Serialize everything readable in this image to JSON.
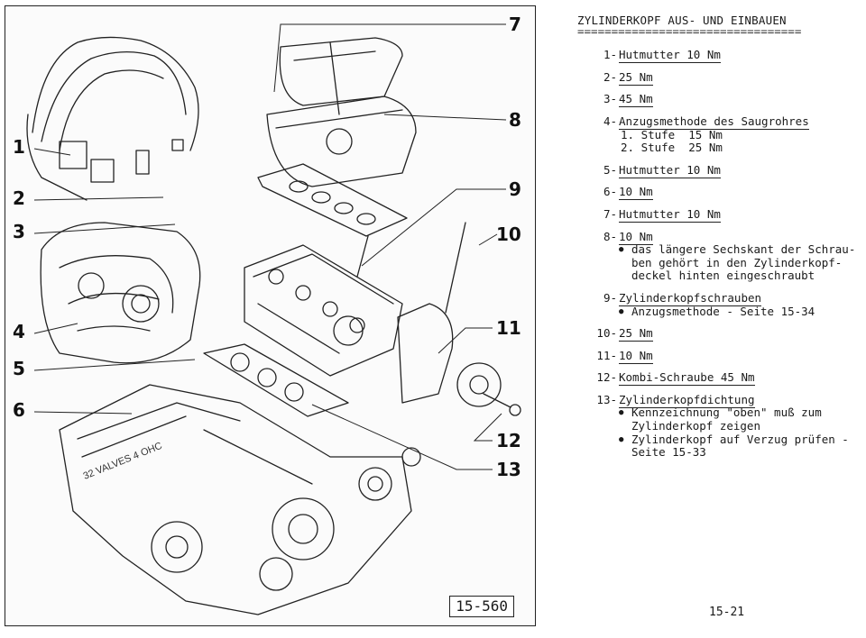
{
  "document": {
    "title": "ZYLINDERKOPF AUS- UND EINBAUEN",
    "title_rule": "=================================",
    "page_number": "15-21"
  },
  "figure": {
    "reference": "15-560",
    "callouts": [
      "1",
      "2",
      "3",
      "4",
      "5",
      "6",
      "7",
      "8",
      "9",
      "10",
      "11",
      "12",
      "13"
    ],
    "engine_lettering": "32 VALVES 4 OHC"
  },
  "entries": [
    {
      "num": "1-",
      "text": "Hutmutter 10 Nm"
    },
    {
      "num": "2-",
      "text": "25 Nm"
    },
    {
      "num": "3-",
      "text": "45 Nm"
    },
    {
      "num": "4-",
      "text": "Anzugsmethode des Saugrohres",
      "sub": [
        "1. Stufe  15 Nm",
        "2. Stufe  25 Nm"
      ]
    },
    {
      "num": "5-",
      "text": "Hutmutter 10 Nm"
    },
    {
      "num": "6-",
      "text": "10 Nm"
    },
    {
      "num": "7-",
      "text": "Hutmutter 10 Nm"
    },
    {
      "num": "8-",
      "text": "10 Nm",
      "bullets": [
        "das längere Sechskant der Schrau-\nben gehört in den Zylinderkopf-\ndeckel hinten eingeschraubt"
      ]
    },
    {
      "num": "9-",
      "text": "Zylinderkopfschrauben",
      "bullets": [
        "Anzugsmethode - Seite 15-34"
      ]
    },
    {
      "num": "10-",
      "text": "25 Nm"
    },
    {
      "num": "11-",
      "text": "10 Nm"
    },
    {
      "num": "12-",
      "text": "Kombi-Schraube 45 Nm"
    },
    {
      "num": "13-",
      "text": "Zylinderkopfdichtung",
      "bullets": [
        "Kennzeichnung \"oben\" muß zum\nZylinderkopf zeigen",
        "Zylinderkopf auf Verzug prüfen -\nSeite 15-33"
      ]
    }
  ]
}
